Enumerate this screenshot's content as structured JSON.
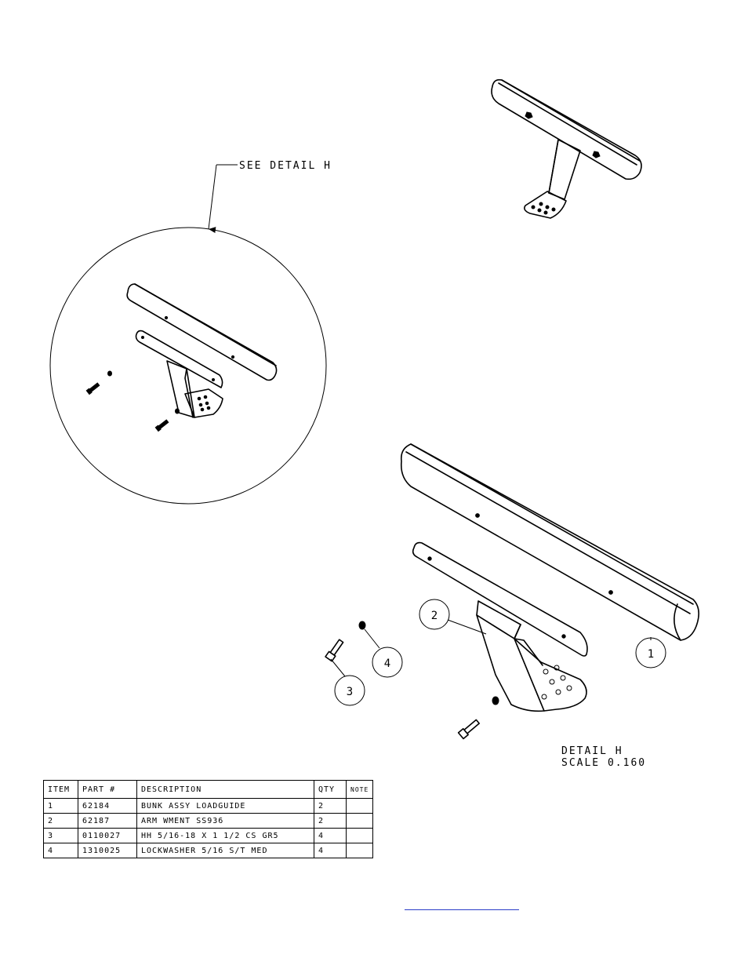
{
  "callout_see_detail": "SEE DETAIL  H",
  "detail_label": {
    "title": "DETAIL  H",
    "scale": "SCALE  0.160"
  },
  "balloons": {
    "item1": "1",
    "item2": "2",
    "item3": "3",
    "item4": "4"
  },
  "bom": {
    "headers": [
      "ITEM",
      "PART #",
      "DESCRIPTION",
      "QTY",
      "NOTE"
    ],
    "rows": [
      {
        "item": "1",
        "part": "62184",
        "description": "BUNK ASSY   LOADGUIDE",
        "qty": "2",
        "note": ""
      },
      {
        "item": "2",
        "part": "62187",
        "description": "ARM WMENT SS936",
        "qty": "2",
        "note": ""
      },
      {
        "item": "3",
        "part": "0110027",
        "description": "HH 5/16-18 X 1 1/2 CS GR5",
        "qty": "4",
        "note": ""
      },
      {
        "item": "4",
        "part": "1310025",
        "description": "LOCKWASHER 5/16 S/T MED",
        "qty": "4",
        "note": ""
      }
    ]
  }
}
